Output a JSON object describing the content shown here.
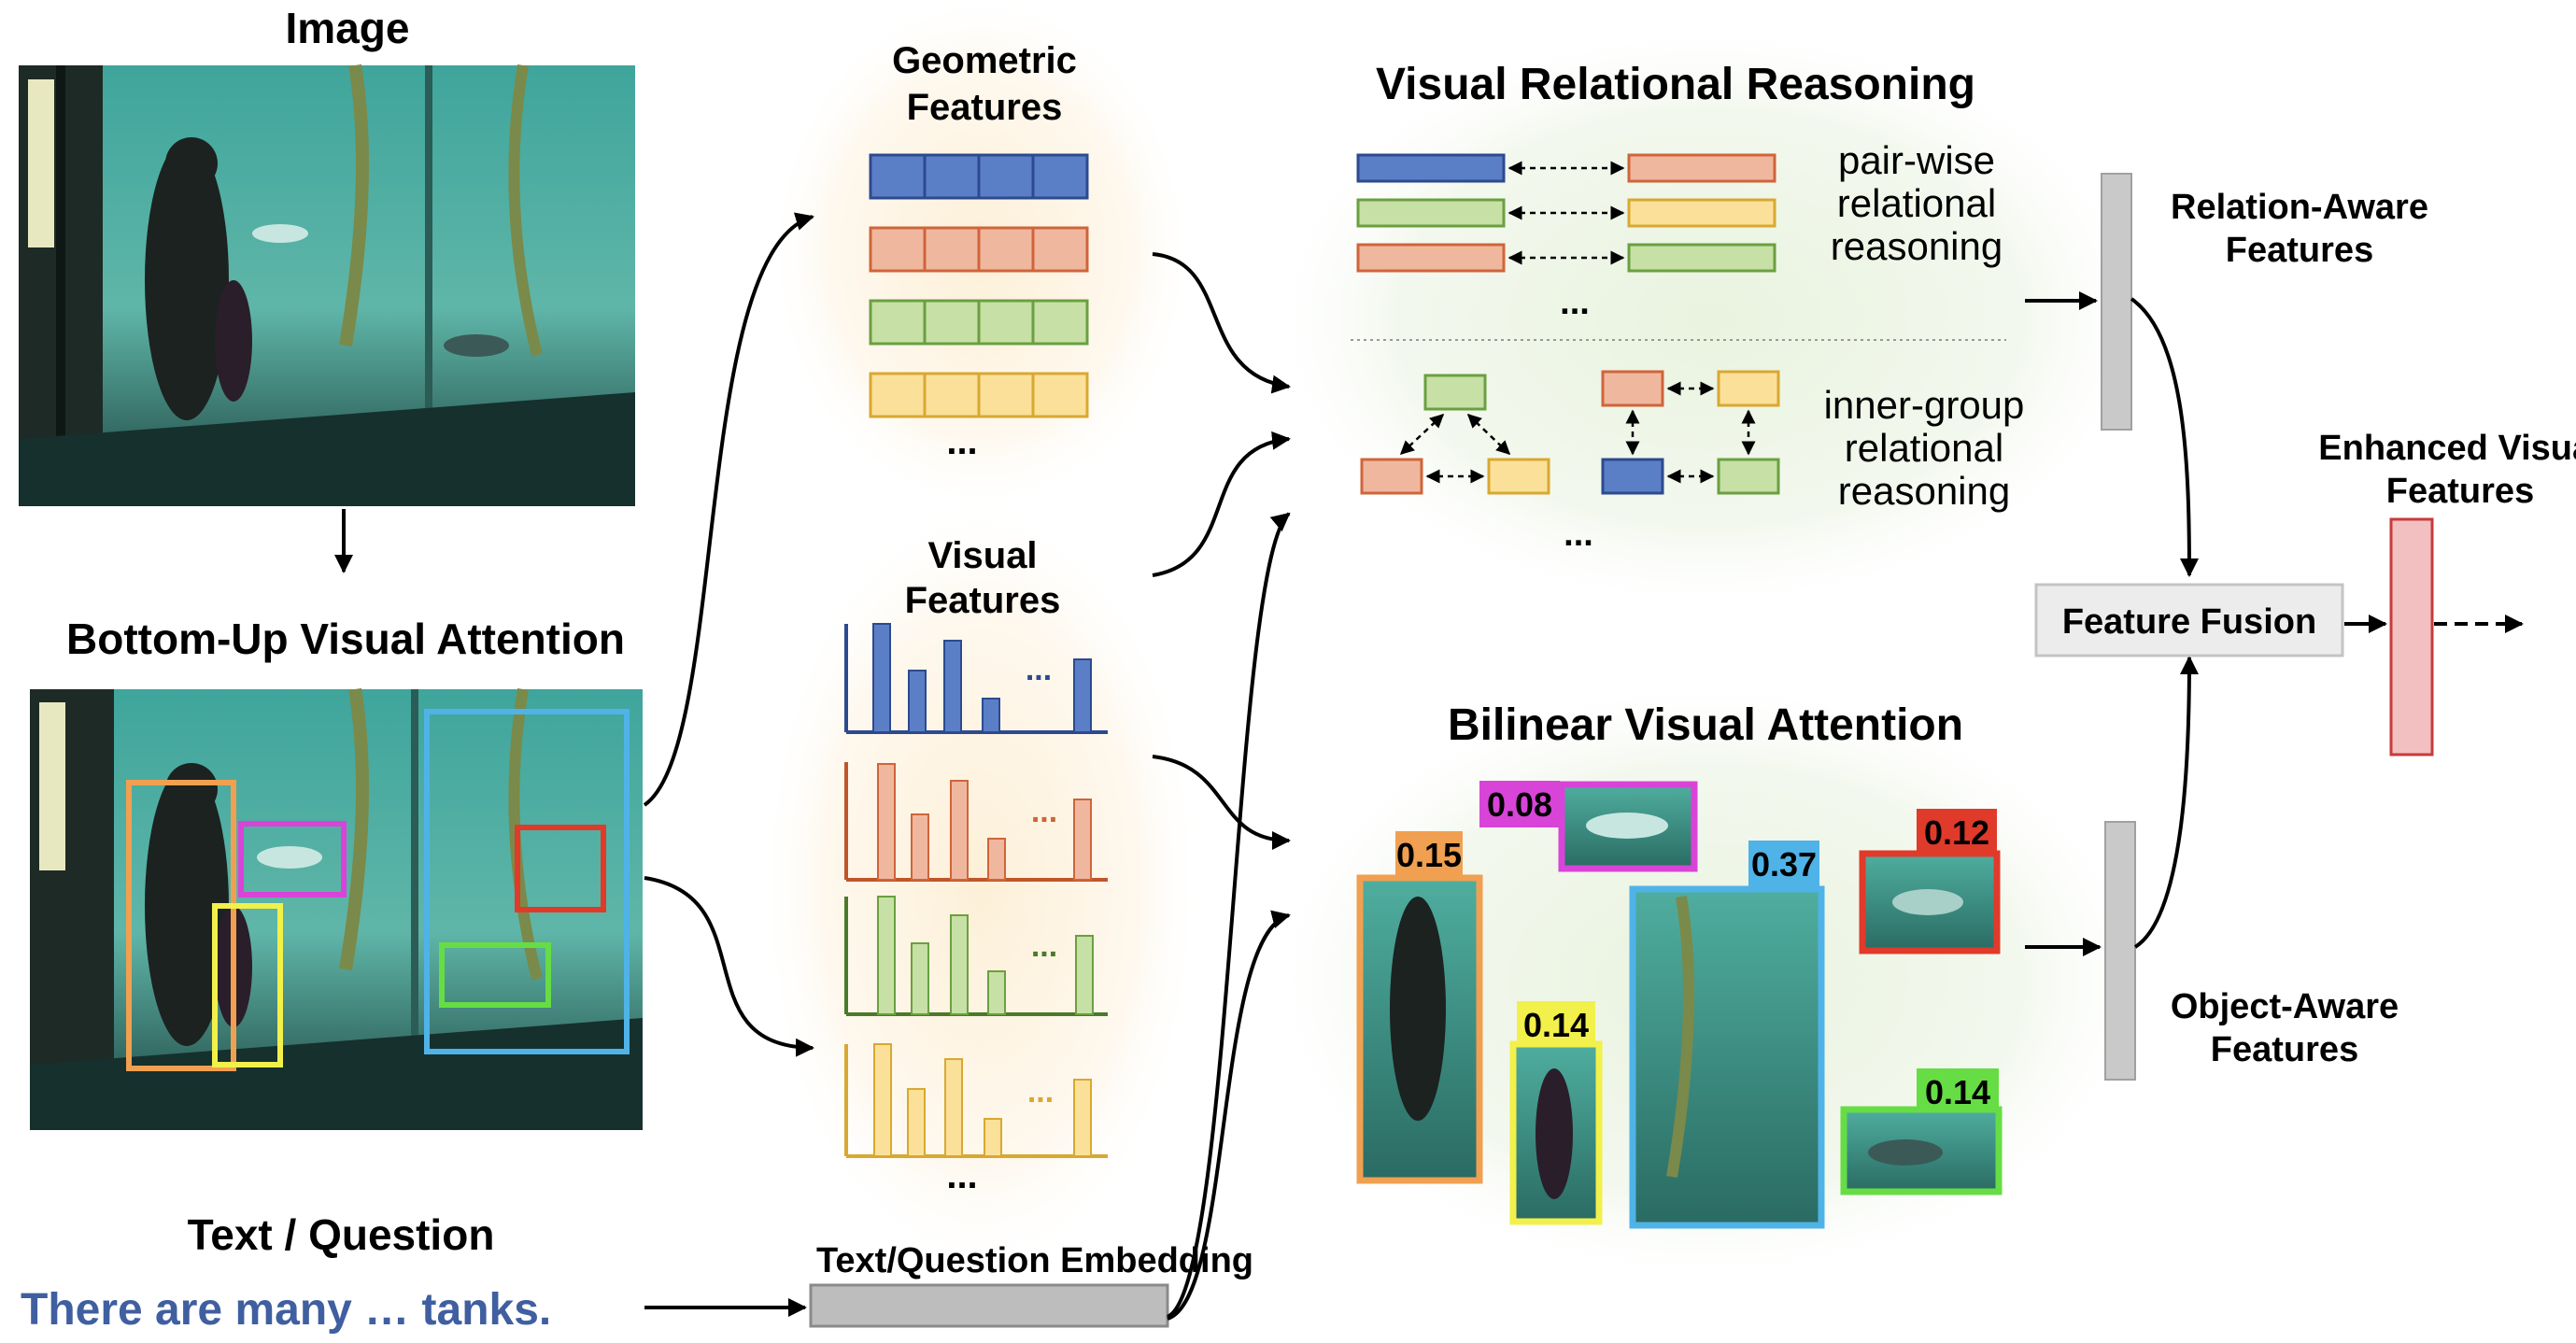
{
  "image_section": {
    "title": "Image"
  },
  "attention_section": {
    "title": "Bottom-Up Visual Attention"
  },
  "text_section": {
    "title": "Text / Question",
    "question": "There are many … tanks.",
    "embedding_label": "Text/Question Embedding"
  },
  "geometric": {
    "title_line1": "Geometric",
    "title_line2": "Features",
    "ellipsis": "..."
  },
  "visual": {
    "title_line1": "Visual",
    "title_line2": "Features",
    "ellipsis": "...",
    "inline_dots": "..."
  },
  "relational": {
    "title": "Visual Relational Reasoning",
    "pairwise_line1": "pair-wise",
    "pairwise_line2": "relational",
    "pairwise_line3": "reasoning",
    "inner_line1": "inner-group",
    "inner_line2": "relational",
    "inner_line3": "reasoning",
    "ellipsis": "..."
  },
  "bilinear": {
    "title": "Bilinear Visual Attention",
    "weights": [
      "0.15",
      "0.08",
      "0.37",
      "0.12",
      "0.14",
      "0.14"
    ]
  },
  "relation_aware": {
    "line1": "Relation-Aware",
    "line2": "Features"
  },
  "object_aware": {
    "line1": "Object-Aware",
    "line2": "Features"
  },
  "fusion": {
    "label": "Feature Fusion"
  },
  "enhanced": {
    "line1": "Enhanced Visual",
    "line2": "Features"
  },
  "colors": {
    "blue": "#5b7fc7",
    "orange": "#f0b79f",
    "green": "#c7e0a6",
    "yellow": "#fbe09a",
    "box_orange": "#f0a050",
    "box_magenta": "#d844d8",
    "box_yellow": "#f2f04a",
    "box_blue": "#4fb3e8",
    "box_red": "#e03a2a",
    "box_green": "#66dd44",
    "question_text": "#3f5fa0",
    "enhanced_bar": "#f2c0c0"
  }
}
